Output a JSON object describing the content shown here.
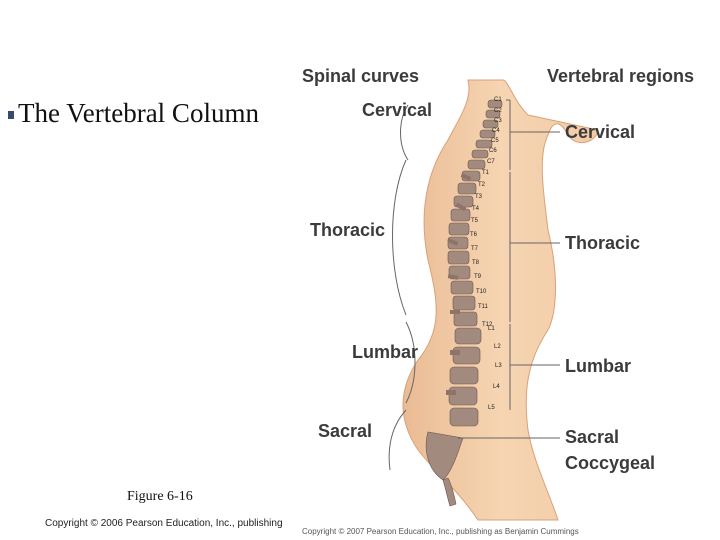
{
  "slide": {
    "title": "The Vertebral Column",
    "caption": "Figure 6-16",
    "copyright": "Copyright © 2006 Pearson Education, Inc., publishing"
  },
  "figure": {
    "header_left": "Spinal curves",
    "header_right": "Vertebral regions",
    "curves": [
      "Cervical",
      "Thoracic",
      "Lumbar",
      "Sacral"
    ],
    "regions": [
      "Cervical",
      "Thoracic",
      "Lumbar",
      "Sacral",
      "Coccygeal"
    ],
    "vertebra_labels": [
      "C1",
      "C2",
      "C3",
      "C4",
      "C5",
      "C6",
      "C7",
      "T1",
      "T2",
      "T3",
      "T4",
      "T5",
      "T6",
      "T7",
      "T8",
      "T9",
      "T10",
      "T11",
      "T12",
      "L1",
      "L2",
      "L3",
      "L4",
      "L5"
    ],
    "credit": "Copyright © 2007 Pearson Education, Inc., publishing as Benjamin Cummings",
    "colors": {
      "skin": "#f2c9a0",
      "bone": "#9e8478",
      "text": "#3b3b3b"
    }
  }
}
